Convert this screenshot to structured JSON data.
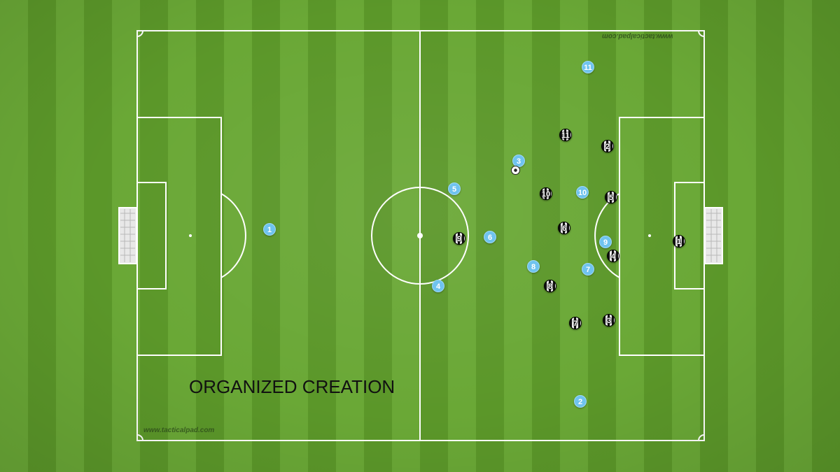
{
  "title": "ORGANIZED CREATION",
  "watermark_top": "www.tacticalpad.com",
  "watermark_bottom": "www.tacticalpad.com",
  "colors": {
    "home_team": "#6fc3ef",
    "away_team": "black-white stripes",
    "lines": "#ffffff"
  },
  "home_players": [
    {
      "number": "1"
    },
    {
      "number": "11"
    },
    {
      "number": "3"
    },
    {
      "number": "5"
    },
    {
      "number": "6"
    },
    {
      "number": "10"
    },
    {
      "number": "9"
    },
    {
      "number": "8"
    },
    {
      "number": "7"
    },
    {
      "number": "4"
    },
    {
      "number": "2"
    }
  ],
  "away_players": [
    {
      "number": "11"
    },
    {
      "number": "2"
    },
    {
      "number": "10"
    },
    {
      "number": "5"
    },
    {
      "number": "6"
    },
    {
      "number": "9"
    },
    {
      "number": "4"
    },
    {
      "number": "1"
    },
    {
      "number": "8"
    },
    {
      "number": "7"
    },
    {
      "number": "3"
    }
  ]
}
